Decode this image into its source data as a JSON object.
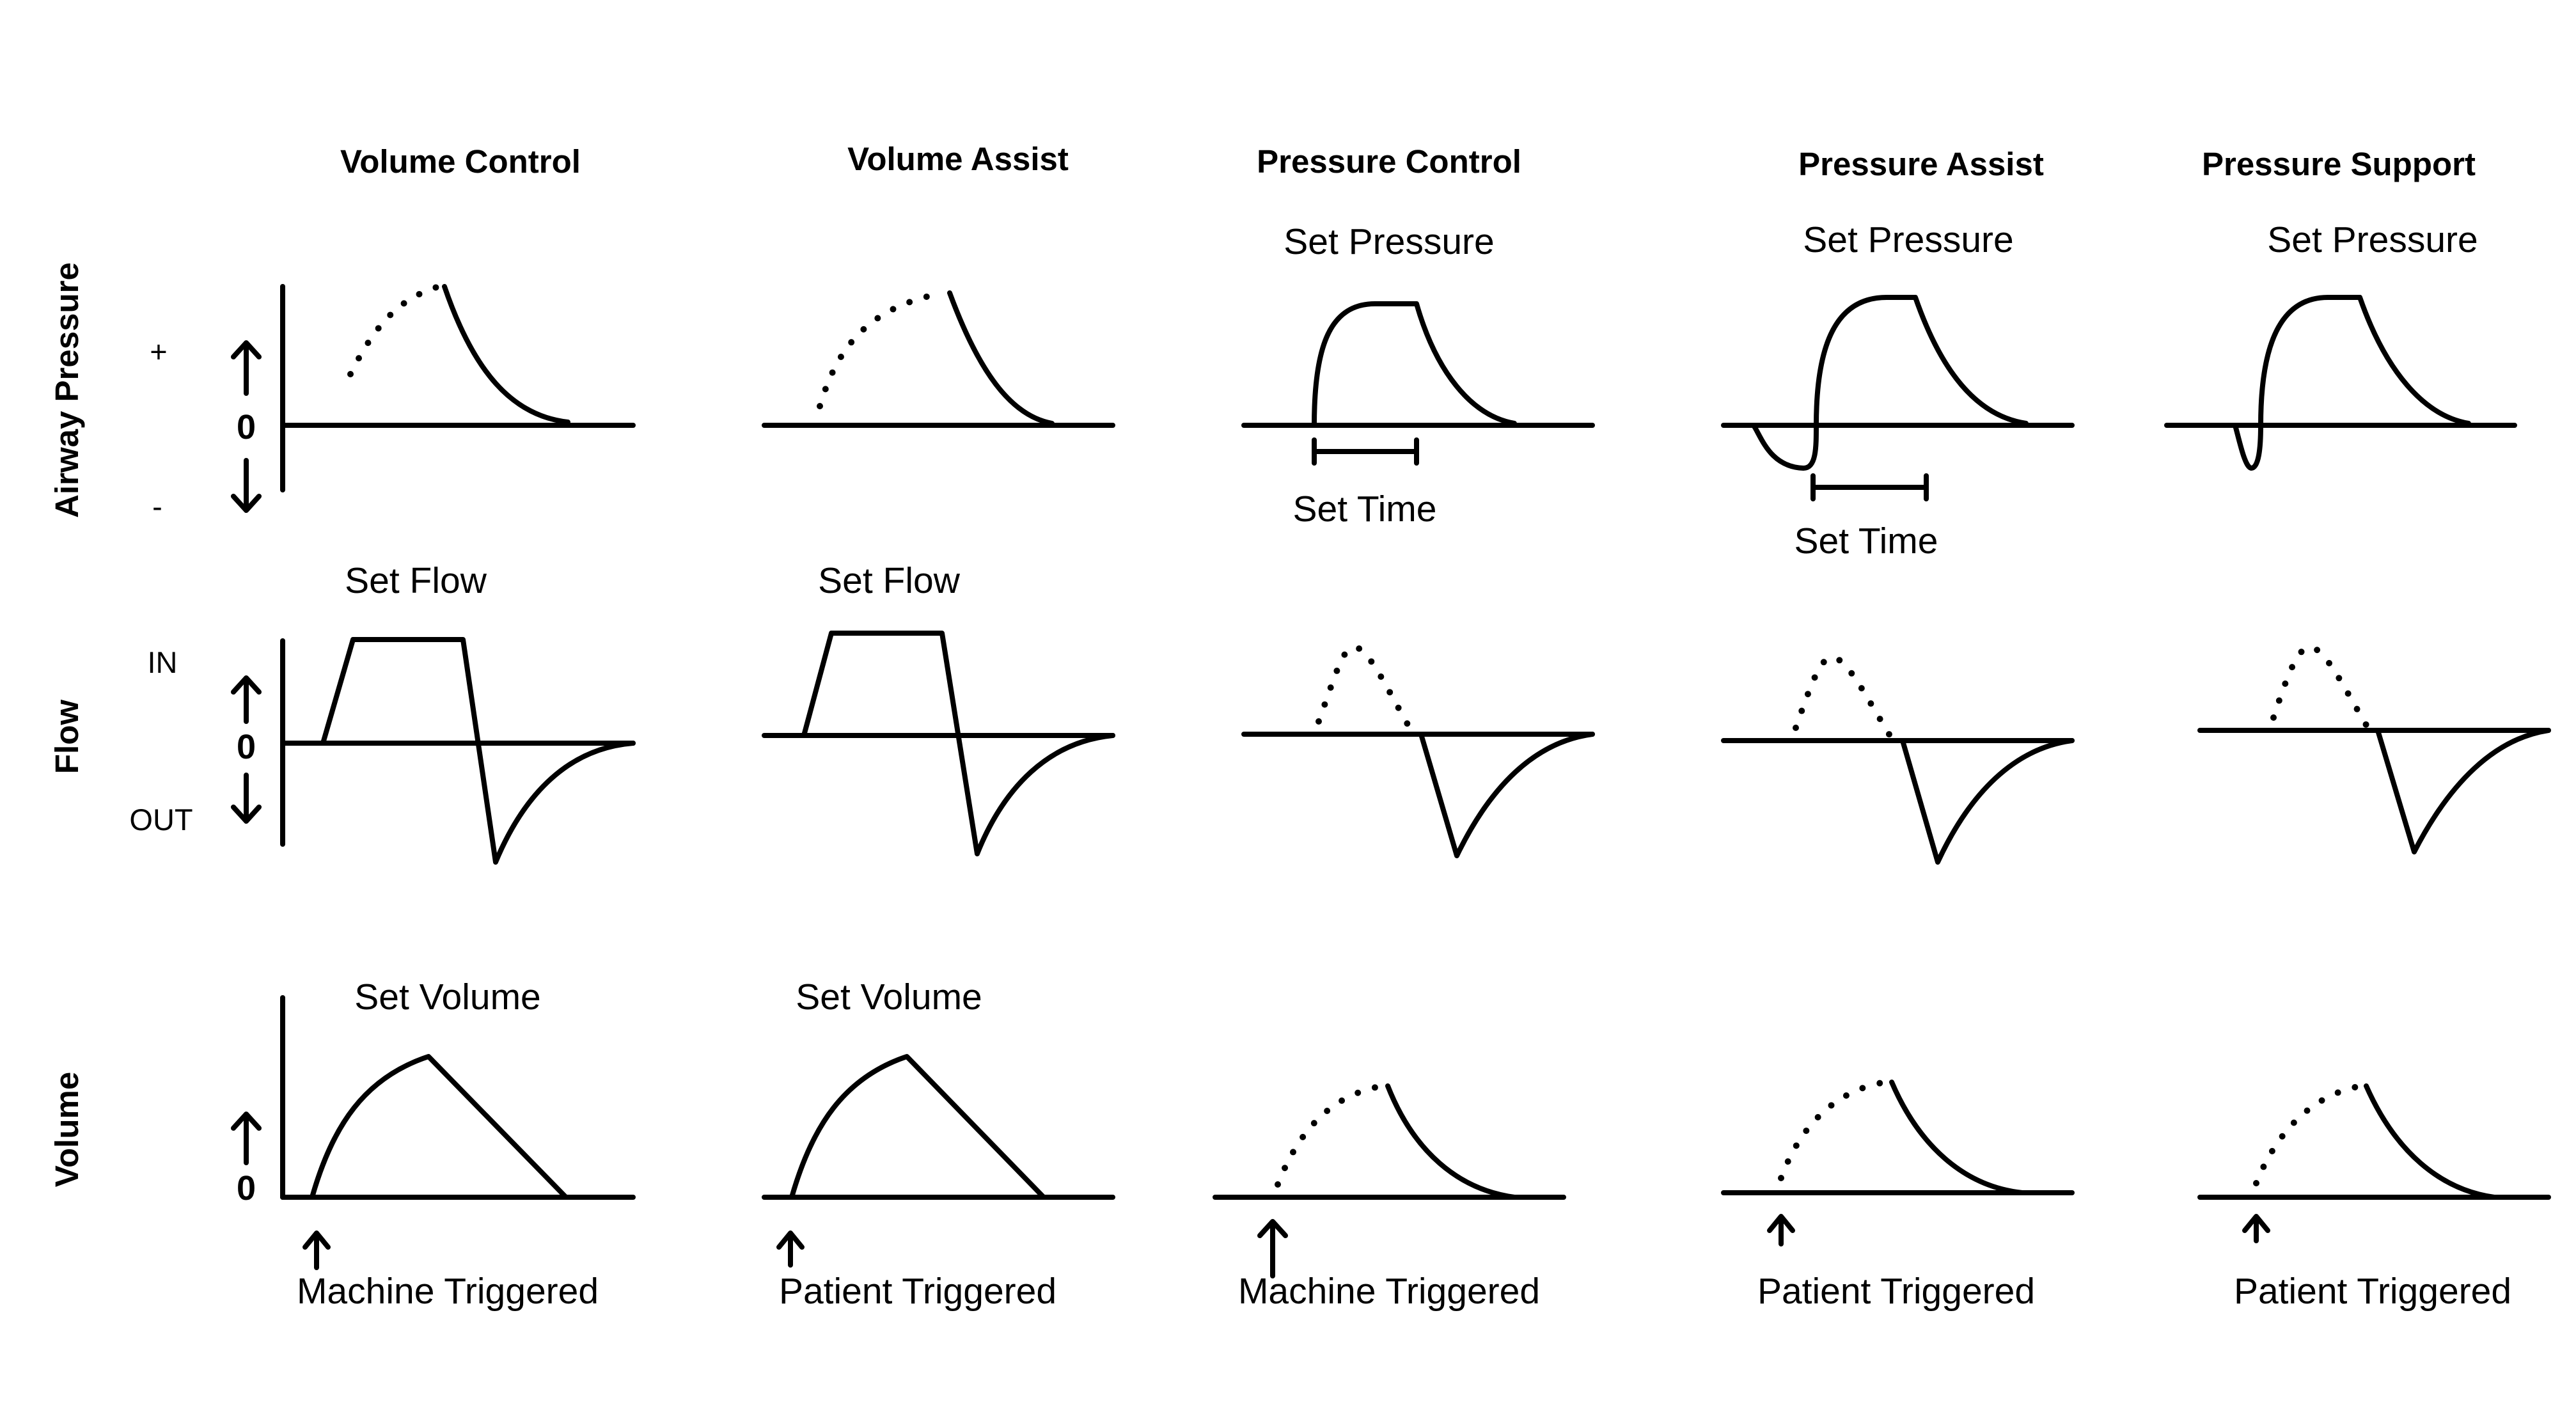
{
  "columns": [
    {
      "title": "Volume Control"
    },
    {
      "title": "Volume Assist"
    },
    {
      "title": "Pressure Control"
    },
    {
      "title": "Pressure Assist"
    },
    {
      "title": "Pressure Support"
    }
  ],
  "rows": {
    "pressure": "Airway Pressure",
    "flow": "Flow",
    "volume": "Volume"
  },
  "axis": {
    "plus": "+",
    "minus": "-",
    "zero": "0",
    "in": "IN",
    "out": "OUT"
  },
  "annotations": {
    "set_flow": "Set Flow",
    "set_volume": "Set Volume",
    "set_pressure": "Set Pressure",
    "set_time": "Set Time"
  },
  "triggers": [
    "Machine Triggered",
    "Patient Triggered",
    "Machine Triggered",
    "Patient Triggered",
    "Patient Triggered"
  ]
}
